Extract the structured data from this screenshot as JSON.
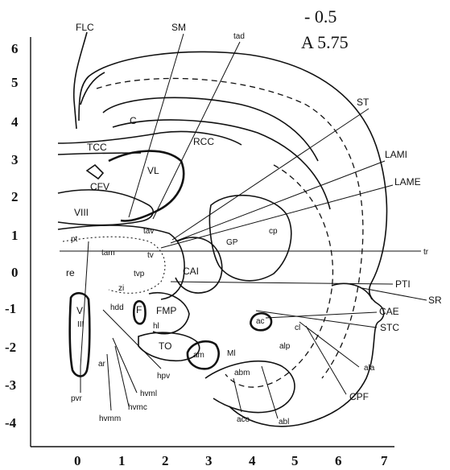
{
  "coordinates": {
    "lateral": "- 0.5",
    "anterior": "A 5.75"
  },
  "axes": {
    "x_ticks": [
      "0",
      "1",
      "2",
      "3",
      "4",
      "5",
      "6",
      "7"
    ],
    "y_ticks": [
      "6",
      "5",
      "4",
      "3",
      "2",
      "1",
      "0",
      "-1",
      "-2",
      "-3",
      "-4"
    ]
  },
  "regions": {
    "FLC": "FLC",
    "SM": "SM",
    "tad": "tad",
    "C": "C",
    "TCC": "TCC",
    "RCC": "RCC",
    "VL": "VL",
    "CFV": "CFV",
    "VIII": "VIII",
    "ST": "ST",
    "LAMI": "LAMI",
    "LAME": "LAME",
    "tav": "tav",
    "cp": "cp",
    "GP": "GP",
    "pt": "pt",
    "tam": "tam",
    "tv": "tv",
    "tr": "tr",
    "re": "re",
    "tvp": "tvp",
    "CAI": "CAI",
    "PTI": "PTI",
    "zi": "zi",
    "SR": "SR",
    "V": "V",
    "III": "III",
    "hdd": "hdd",
    "F": "F",
    "FMP": "FMP",
    "CAE": "CAE",
    "ac": "ac",
    "STC": "STC",
    "hl": "hl",
    "cl": "cl",
    "TO": "TO",
    "am": "am",
    "Ml": "Ml",
    "alp": "alp",
    "ala": "ala",
    "ar": "ar",
    "abm": "abm",
    "hpv": "hpv",
    "hvml": "hvml",
    "CPF": "CPF",
    "pvr": "pvr",
    "hvmc": "hvmc",
    "aco": "aco",
    "abl": "abl",
    "hvmm": "hvmm"
  }
}
